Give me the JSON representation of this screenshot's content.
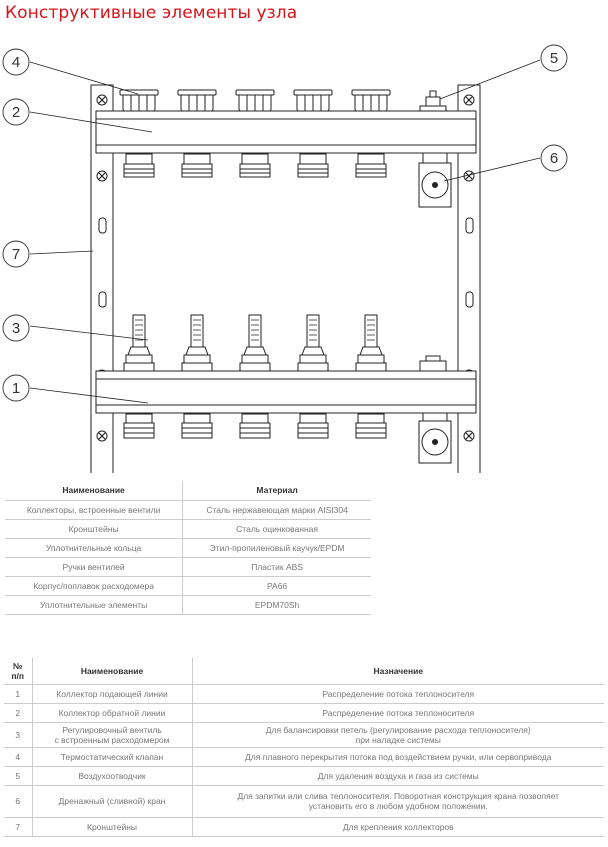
{
  "title": "Конструктивные элементы узла",
  "callouts": [
    "1",
    "2",
    "3",
    "4",
    "5",
    "6",
    "7"
  ],
  "materials_table": {
    "headers": [
      "Наименование",
      "Материал"
    ],
    "rows": [
      [
        "Коллекторы, встроенные вентили",
        "Сталь нержавеющая марки AISI304"
      ],
      [
        "Кронштейны",
        "Сталь оцинкованная"
      ],
      [
        "Уплотнительные кольца",
        "Этил-пропиленовый каучук/EPDM"
      ],
      [
        "Ручки вентилей",
        "Пластик ABS"
      ],
      [
        "Корпус/поплавок расходомера",
        "PA66"
      ],
      [
        "Уплотнительные элементы",
        "EPDM70Sh"
      ]
    ]
  },
  "purpose_table": {
    "headers": [
      "№\nп/п",
      "Наименование",
      "Назначение"
    ],
    "rows": [
      [
        "1",
        "Коллектор подающей линии",
        "Распределение потока теплоносителя"
      ],
      [
        "2",
        "Коллектор обратной линии",
        "Распределение потока теплоносителя"
      ],
      [
        "3",
        "Регулировочный вентиль\nс встроенным расходомером",
        "Для балансировки петель (регулирование расхода теплоносителя)\nпри наладке системы"
      ],
      [
        "4",
        "Термостатический клапан",
        "Для плавного перекрытия потока под воздействием ручки, или сервопривода"
      ],
      [
        "5",
        "Воздухоотводчик",
        "Для удаления воздуха и газа из системы"
      ],
      [
        "6",
        "Дренажный (сливной) кран",
        "Для запитки или слива теплоносителя. Поворотная конструкция крана позволяет\nустановить его в любом удобном положении."
      ],
      [
        "7",
        "Кронштейны",
        "Для крепления коллекторов"
      ]
    ]
  }
}
